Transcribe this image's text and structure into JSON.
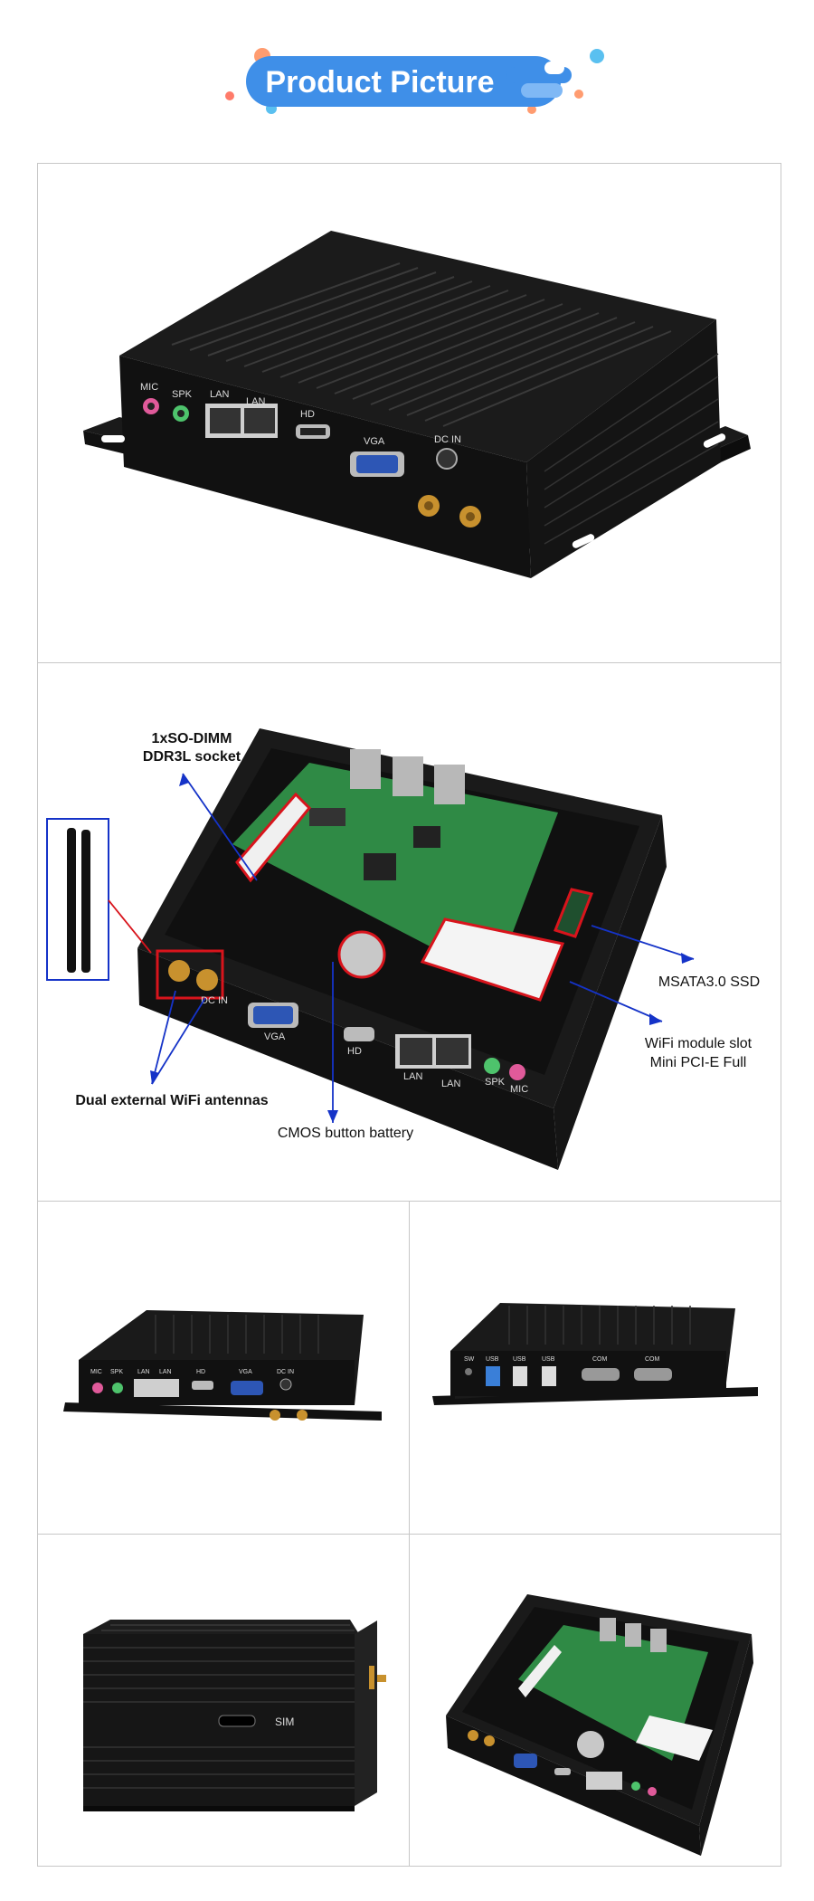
{
  "banner": {
    "title": "Product Picture"
  },
  "photo1": {
    "port_labels": {
      "mic": "MIC",
      "spk": "SPK",
      "lan1": "LAN",
      "lan2": "LAN",
      "hd": "HD",
      "vga": "VGA",
      "dcin": "DC IN"
    }
  },
  "photo2": {
    "callouts": {
      "sodimm_line1": "1xSO-DIMM",
      "sodimm_line2": "DDR3L socket",
      "msata": "MSATA3.0 SSD",
      "wifi_line1": "WiFi module slot",
      "wifi_line2": "Mini PCI-E Full",
      "antennas": "Dual external WiFi antennas",
      "cmos": "CMOS button battery"
    },
    "port_labels": {
      "dcin": "DC IN",
      "vga": "VGA",
      "hd": "HD",
      "lan1": "LAN",
      "lan2": "LAN",
      "spk": "SPK",
      "mic": "MIC"
    }
  },
  "photo3": {
    "port_labels": {
      "mic": "MIC",
      "spk": "SPK",
      "lan1": "LAN",
      "lan2": "LAN",
      "hd": "HD",
      "vga": "VGA",
      "dcin": "DC IN"
    }
  },
  "photo4": {
    "port_labels": {
      "sw": "SW",
      "usb1": "USB",
      "usb2": "USB",
      "usb3": "USB",
      "com1": "COM",
      "com2": "COM"
    }
  },
  "photo5": {
    "sim_label": "SIM"
  },
  "colors": {
    "banner_blue": "#3f8fe8",
    "callout_blue": "#1533c8",
    "highlight_red": "#d8141c",
    "pcb_green": "#2f8a45"
  }
}
